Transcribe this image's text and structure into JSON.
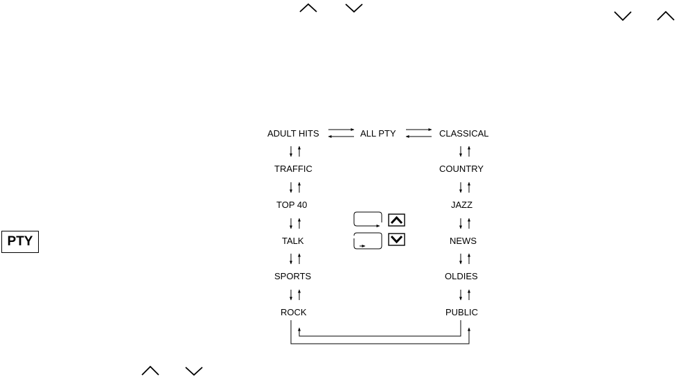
{
  "button": {
    "label": "PTY"
  },
  "icons": {
    "top": [
      "chevron-up",
      "chevron-down",
      "chevron-down",
      "chevron-up"
    ],
    "bottom": [
      "chevron-up",
      "chevron-down"
    ],
    "center": [
      "seek-up-button",
      "seek-down-button"
    ]
  },
  "top_row": {
    "left": "ADULT HITS",
    "middle": "ALL PTY",
    "right": "CLASSICAL"
  },
  "left_column": [
    "TRAFFIC",
    "TOP 40",
    "TALK",
    "SPORTS",
    "ROCK"
  ],
  "right_column": [
    "COUNTRY",
    "JAZZ",
    "NEWS",
    "OLDIES",
    "PUBLIC"
  ]
}
